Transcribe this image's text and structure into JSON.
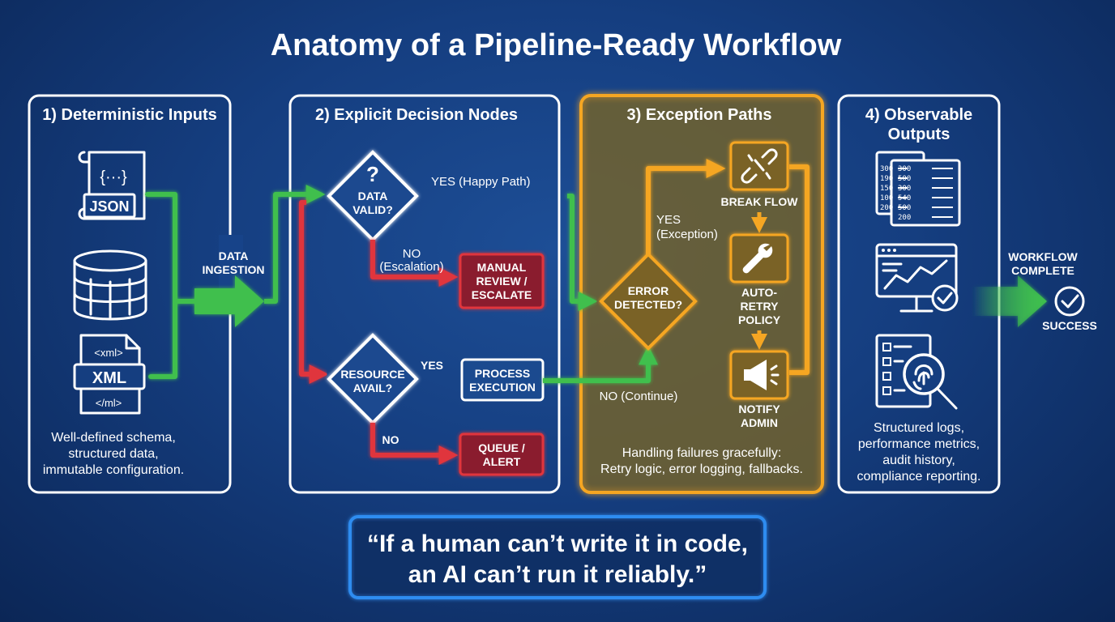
{
  "title": "Anatomy of a Pipeline-Ready Workflow",
  "panels": {
    "inputs": {
      "heading": "1) Deterministic Inputs",
      "json_label": "JSON",
      "json_braces": "{···}",
      "xml_label": "XML",
      "xml_open_tag": "<xml>",
      "xml_close_tag": "</ml>",
      "desc": [
        "Well-defined schema,",
        "structured data,",
        "immutable configuration."
      ]
    },
    "decisions": {
      "heading": "2) Explicit Decision Nodes",
      "data_valid": [
        "DATA",
        "VALID?"
      ],
      "question_mark": "?",
      "yes_happy": "YES (Happy Path)",
      "no_escalation": [
        "NO",
        "(Escalation)"
      ],
      "manual_review": [
        "MANUAL",
        "REVIEW /",
        "ESCALATE"
      ],
      "resource_avail": [
        "RESOURCE",
        "AVAIL?"
      ],
      "yes": "YES",
      "no": "NO",
      "process_execution": [
        "PROCESS",
        "EXECUTION"
      ],
      "queue_alert": [
        "QUEUE /",
        "ALERT"
      ]
    },
    "exceptions": {
      "heading": "3) Exception Paths",
      "error_detected": [
        "ERROR",
        "DETECTED?"
      ],
      "yes_exception": [
        "YES",
        "(Exception)"
      ],
      "no_continue": "NO (Continue)",
      "break_flow": "BREAK FLOW",
      "auto_retry": [
        "AUTO-",
        "RETRY",
        "POLICY"
      ],
      "notify_admin": [
        "NOTIFY",
        "ADMIN"
      ],
      "desc": [
        "Handling failures gracefully:",
        "Retry logic, error logging, fallbacks."
      ]
    },
    "outputs": {
      "heading": [
        "4) Observable",
        "Outputs"
      ],
      "log_numbers_left": [
        "300",
        "190",
        "150",
        "100",
        "200"
      ],
      "log_numbers_right": [
        "300",
        "500",
        "300",
        "540",
        "500",
        "200"
      ],
      "desc": [
        "Structured logs,",
        "performance metrics,",
        "audit history,",
        "compliance reporting."
      ]
    }
  },
  "data_ingestion": [
    "DATA",
    "INGESTION"
  ],
  "workflow_complete": [
    "WORKFLOW",
    "COMPLETE"
  ],
  "success": "SUCCESS",
  "quote": [
    "“If a human can’t write it in code,",
    "an AI can’t run it reliably.”"
  ],
  "colors": {
    "green": "#3fbf4e",
    "red": "#e0343c",
    "orange": "#f5a623",
    "panel_border": "#ffffff",
    "quote_border": "#2f8cf0"
  },
  "icons": [
    "json-file-icon",
    "database-icon",
    "xml-file-icon",
    "broken-link-icon",
    "wrench-icon",
    "megaphone-icon",
    "log-table-icon",
    "monitor-chart-icon",
    "audit-fingerprint-icon",
    "check-circle-icon"
  ]
}
